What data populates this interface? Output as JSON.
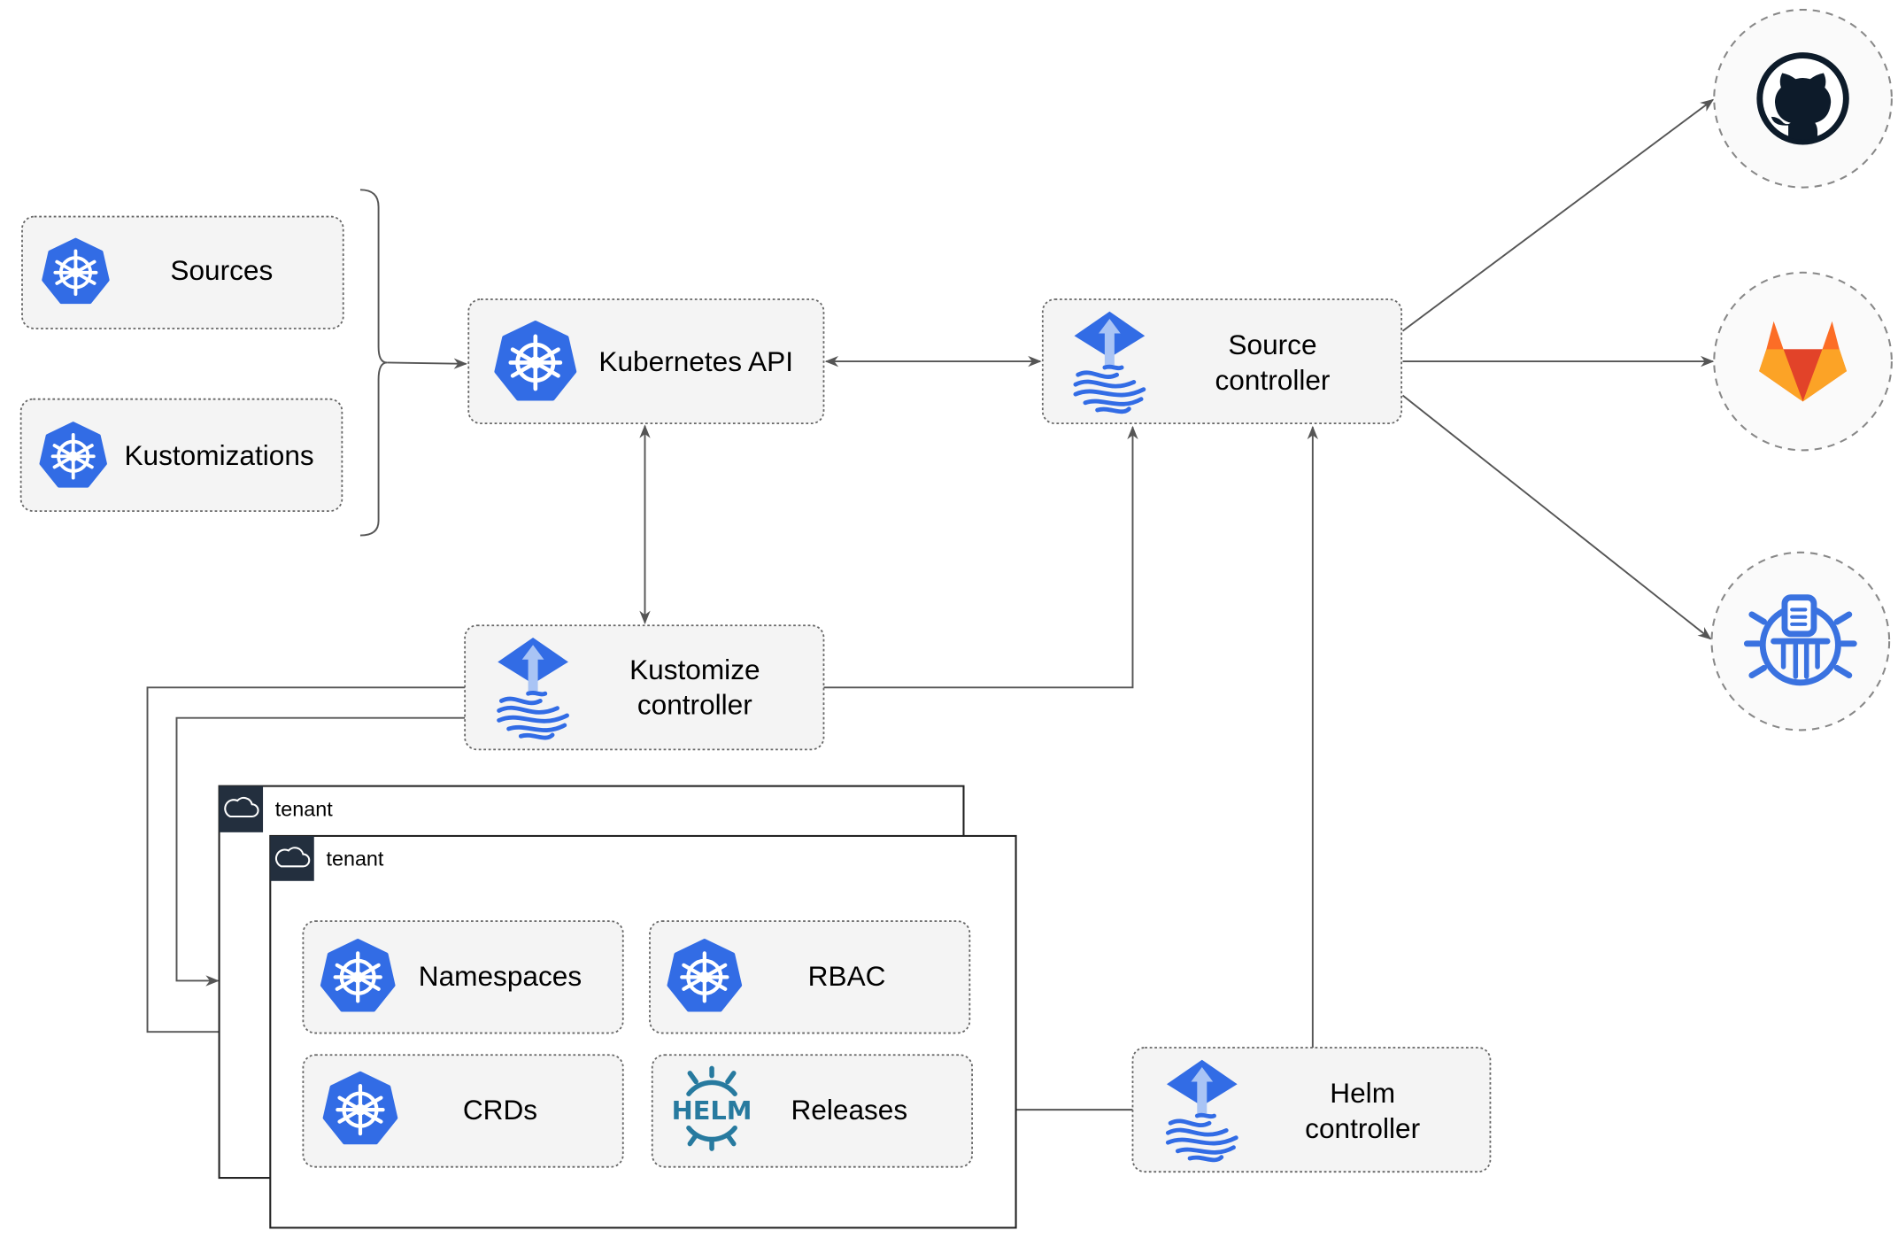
{
  "colors": {
    "kubernetes_blue": "#326ce5",
    "line": "#555555",
    "tenant_header": "#232f3e",
    "helm_blue": "#277a9f",
    "github": "#0d1b2a"
  },
  "nodes": {
    "sources": {
      "label": "Sources",
      "icon": "kubernetes-icon"
    },
    "kustomizations": {
      "label": "Kustomizations",
      "icon": "kubernetes-icon"
    },
    "kubernetes_api": {
      "label": "Kubernetes API",
      "icon": "kubernetes-icon"
    },
    "source_controller": {
      "label_line1": "Source",
      "label_line2": "controller",
      "icon": "flux-icon"
    },
    "kustomize_controller": {
      "label_line1": "Kustomize",
      "label_line2": "controller",
      "icon": "flux-icon"
    },
    "helm_controller": {
      "label_line1": "Helm",
      "label_line2": "controller",
      "icon": "flux-icon"
    },
    "namespaces": {
      "label": "Namespaces",
      "icon": "kubernetes-icon"
    },
    "rbac": {
      "label": "RBAC",
      "icon": "kubernetes-icon"
    },
    "crds": {
      "label": "CRDs",
      "icon": "kubernetes-icon"
    },
    "releases": {
      "label": "Releases",
      "icon": "helm-icon",
      "icon_text": "HELM"
    }
  },
  "tenants": [
    {
      "label": "tenant"
    },
    {
      "label": "tenant"
    }
  ],
  "external": [
    {
      "icon": "github-icon"
    },
    {
      "icon": "gitlab-icon"
    },
    {
      "icon": "bucket-icon"
    }
  ]
}
